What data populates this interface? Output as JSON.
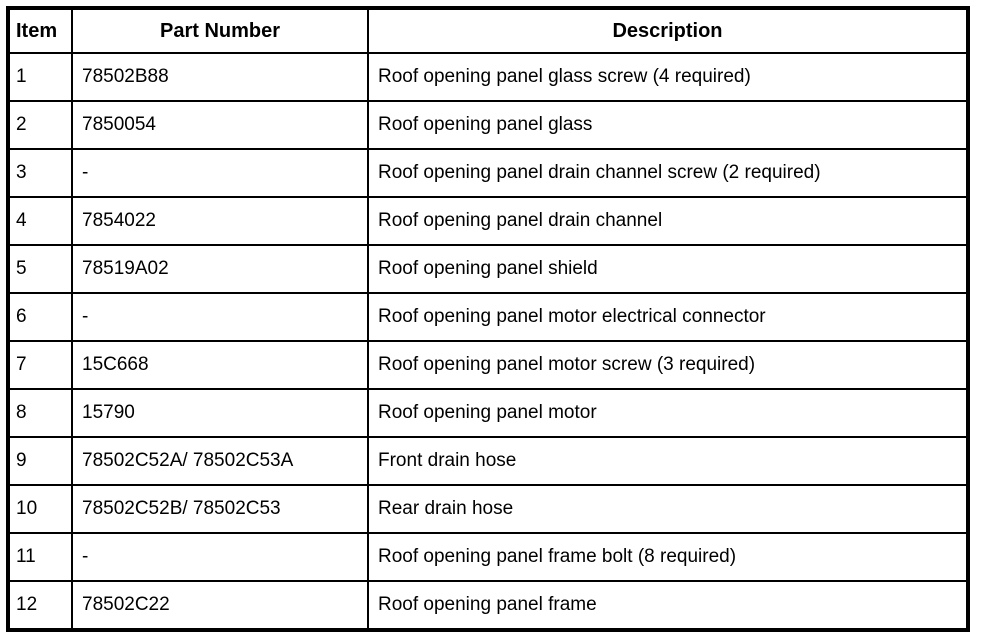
{
  "document": {
    "type": "parts-list-table",
    "table": {
      "columns": [
        "Item",
        "Part Number",
        "Description"
      ],
      "rows": [
        {
          "item": "1",
          "part_number": "78502B88",
          "description": "Roof opening panel glass screw (4 required)"
        },
        {
          "item": "2",
          "part_number": "7850054",
          "description": "Roof opening panel glass"
        },
        {
          "item": "3",
          "part_number": "-",
          "description": "Roof opening panel drain channel screw (2 required)"
        },
        {
          "item": "4",
          "part_number": "7854022",
          "description": "Roof opening panel drain channel"
        },
        {
          "item": "5",
          "part_number": "78519A02",
          "description": "Roof opening panel shield"
        },
        {
          "item": "6",
          "part_number": "-",
          "description": "Roof opening panel motor electrical connector"
        },
        {
          "item": "7",
          "part_number": "15C668",
          "description": "Roof opening panel motor screw (3 required)"
        },
        {
          "item": "8",
          "part_number": "15790",
          "description": "Roof opening panel motor"
        },
        {
          "item": "9",
          "part_number": "78502C52A/ 78502C53A",
          "description": "Front drain hose"
        },
        {
          "item": "10",
          "part_number": "78502C52B/ 78502C53",
          "description": "Rear drain hose"
        },
        {
          "item": "11",
          "part_number": "-",
          "description": "Roof opening panel frame bolt (8 required)"
        },
        {
          "item": "12",
          "part_number": "78502C22",
          "description": "Roof opening panel frame"
        }
      ]
    },
    "colors": {
      "text": "#000000",
      "background": "#ffffff",
      "border": "#000000"
    }
  }
}
